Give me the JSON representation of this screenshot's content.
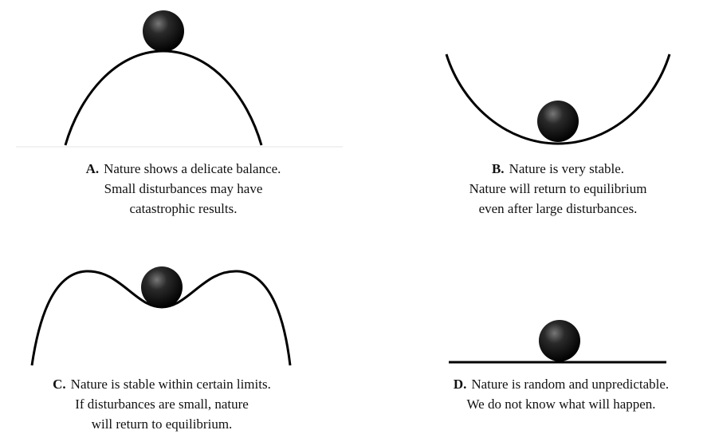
{
  "colors": {
    "line": "#000000",
    "ball_light": "#6a6a6a",
    "ball_dark": "#050505",
    "text": "#111111"
  },
  "panels": [
    {
      "id": "A",
      "letter": "A.",
      "landscape": "hilltop",
      "caption_lines": [
        "Nature shows a delicate balance.",
        "Small disturbances may have",
        "catastrophic results."
      ]
    },
    {
      "id": "B",
      "letter": "B.",
      "landscape": "valley",
      "caption_lines": [
        "Nature is very stable.",
        "Nature will return to equilibrium",
        "even after large disturbances."
      ]
    },
    {
      "id": "C",
      "letter": "C.",
      "landscape": "dip-between-hills",
      "caption_lines": [
        "Nature is stable within certain limits.",
        "If disturbances are small, nature",
        "will return to equilibrium."
      ]
    },
    {
      "id": "D",
      "letter": "D.",
      "landscape": "flat",
      "caption_lines": [
        "Nature is random and unpredictable.",
        "We do not know what will happen."
      ]
    }
  ]
}
